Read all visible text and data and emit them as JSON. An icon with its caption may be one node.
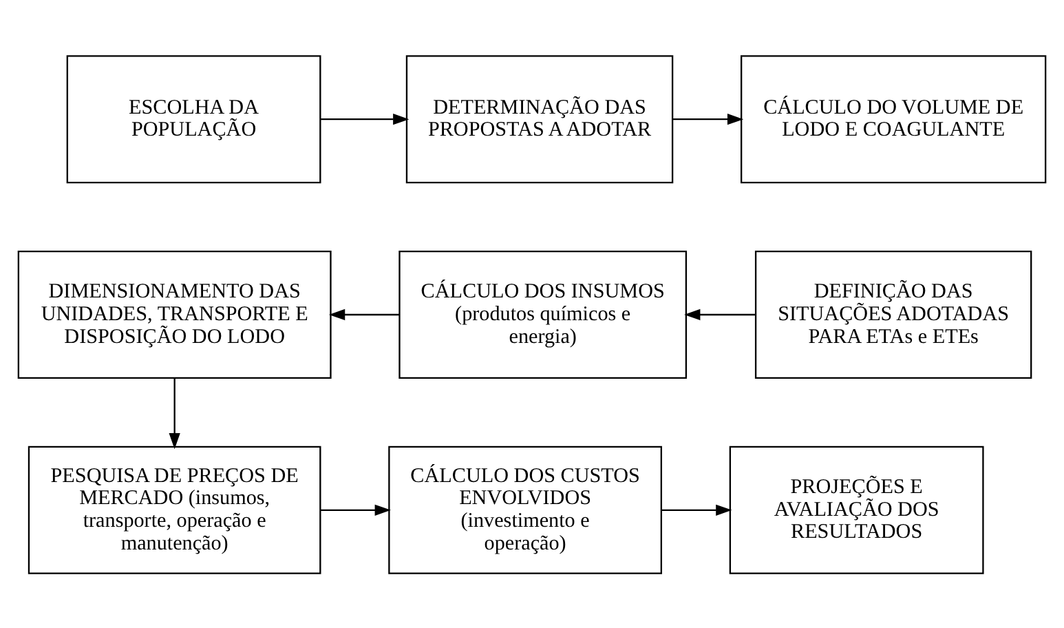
{
  "diagram": {
    "nodes": [
      {
        "text": [
          "ESCOLHA DA POPULAÇÃO"
        ]
      },
      {
        "text": [
          "DETERMINAÇÃO DAS PROPOSTAS A ADOTAR"
        ]
      },
      {
        "text": [
          "CÁLCULO DO VOLUME DE LODO E COAGULANTE"
        ]
      },
      {
        "text": [
          "DIMENSIONAMENTO DAS UNIDADES, TRANSPORTE E DISPOSIÇÃO DO LODO"
        ]
      },
      {
        "text": [
          "CÁLCULO DOS INSUMOS (produtos químicos e energia)"
        ]
      },
      {
        "text": [
          "DEFINIÇÃO DAS SITUAÇÕES ADOTADAS PARA ETAs e ETEs"
        ]
      },
      {
        "text": [
          "PESQUISA DE PREÇOS DE MERCADO (insumos, transporte, operação e manutenção)"
        ]
      },
      {
        "text": [
          "CÁLCULO DOS CUSTOS ENVOLVIDOS (investimento e operação)"
        ]
      },
      {
        "text": [
          "PROJEÇÕES E AVALIAÇÃO DOS RESULTADOS"
        ]
      }
    ],
    "edges": [
      {
        "from": 0,
        "to": 1,
        "arrow": "to"
      },
      {
        "from": 1,
        "to": 2,
        "arrow": "to"
      },
      {
        "from": 5,
        "to": 4,
        "arrow": "to"
      },
      {
        "from": 4,
        "to": 3,
        "arrow": "to"
      },
      {
        "from": 3,
        "to": 6,
        "arrow": "to"
      },
      {
        "from": 6,
        "to": 7,
        "arrow": "to"
      },
      {
        "from": 7,
        "to": 8,
        "arrow": "to"
      }
    ]
  }
}
